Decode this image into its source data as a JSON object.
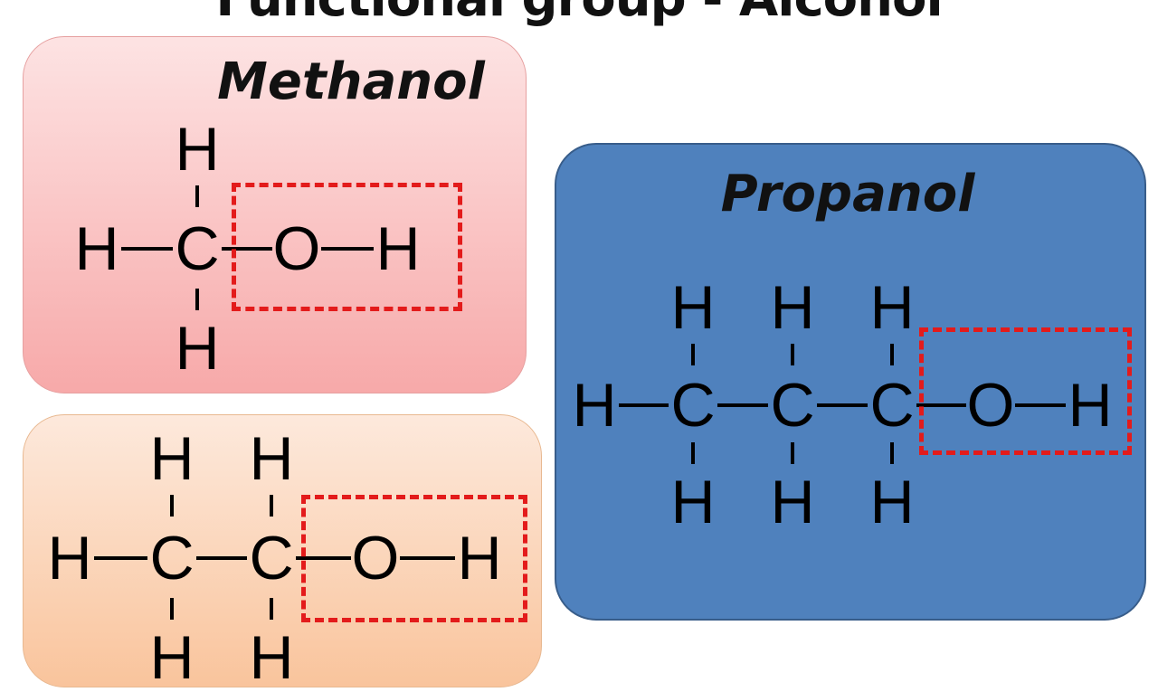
{
  "title": "Functional group - Alcohol",
  "colors": {
    "methanol_box": "#f7a9a9",
    "ethanol_box": "#f9c49c",
    "propanol_box": "#4f81bd",
    "functional_group_outline": "#e31b1b"
  },
  "molecules": [
    {
      "id": "methanol",
      "name": "Methanol",
      "chain": [
        "H",
        "C",
        "O",
        "H"
      ],
      "top": [
        "",
        "H",
        "",
        ""
      ],
      "bottom": [
        "",
        "H",
        "",
        ""
      ]
    },
    {
      "id": "ethanol",
      "name": "",
      "chain": [
        "H",
        "C",
        "C",
        "O",
        "H"
      ],
      "top": [
        "",
        "H",
        "H",
        "",
        ""
      ],
      "bottom": [
        "",
        "H",
        "H",
        "",
        ""
      ]
    },
    {
      "id": "propanol",
      "name": "Propanol",
      "chain": [
        "H",
        "C",
        "C",
        "C",
        "O",
        "H"
      ],
      "top": [
        "",
        "H",
        "H",
        "H",
        "",
        ""
      ],
      "bottom": [
        "",
        "H",
        "H",
        "H",
        "",
        ""
      ]
    }
  ]
}
